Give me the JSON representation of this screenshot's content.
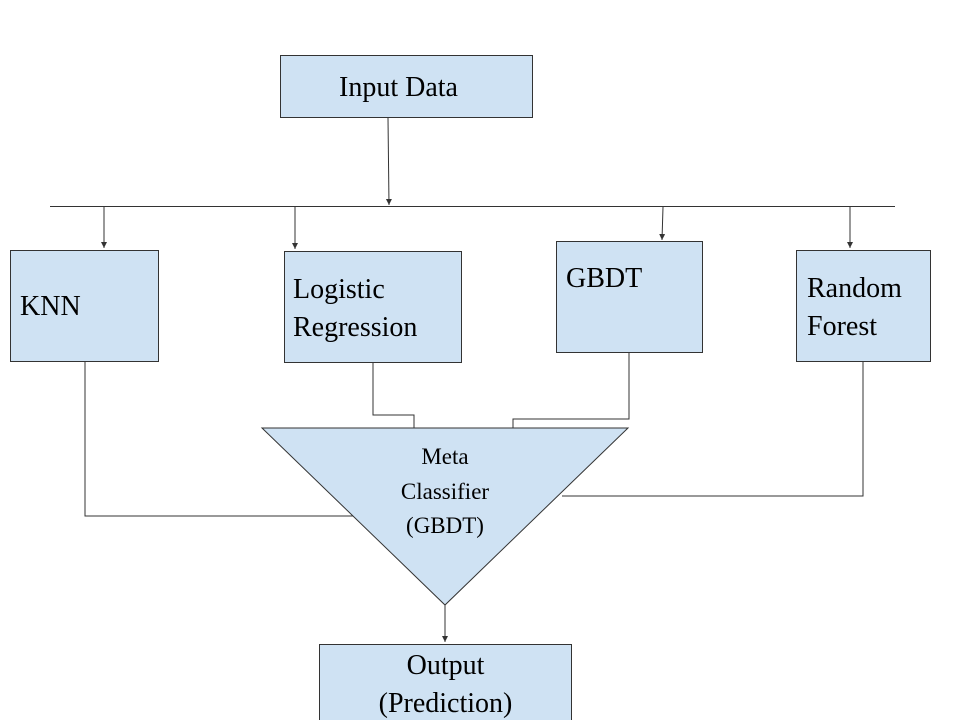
{
  "diagram": {
    "input": {
      "label": "Input Data"
    },
    "models": [
      {
        "id": "knn",
        "lines": [
          "KNN"
        ]
      },
      {
        "id": "logistic-regression",
        "lines": [
          "Logistic",
          "Regression"
        ]
      },
      {
        "id": "gbdt",
        "lines": [
          "GBDT"
        ]
      },
      {
        "id": "random-forest",
        "lines": [
          "Random",
          "Forest"
        ]
      }
    ],
    "meta": {
      "lines": [
        "Meta",
        "Classifier",
        "(GBDT)"
      ]
    },
    "output": {
      "lines": [
        "Output",
        "(Prediction)"
      ]
    },
    "colors": {
      "box_fill": "#cfe2f3",
      "stroke": "#333333",
      "text": "#000000"
    }
  }
}
